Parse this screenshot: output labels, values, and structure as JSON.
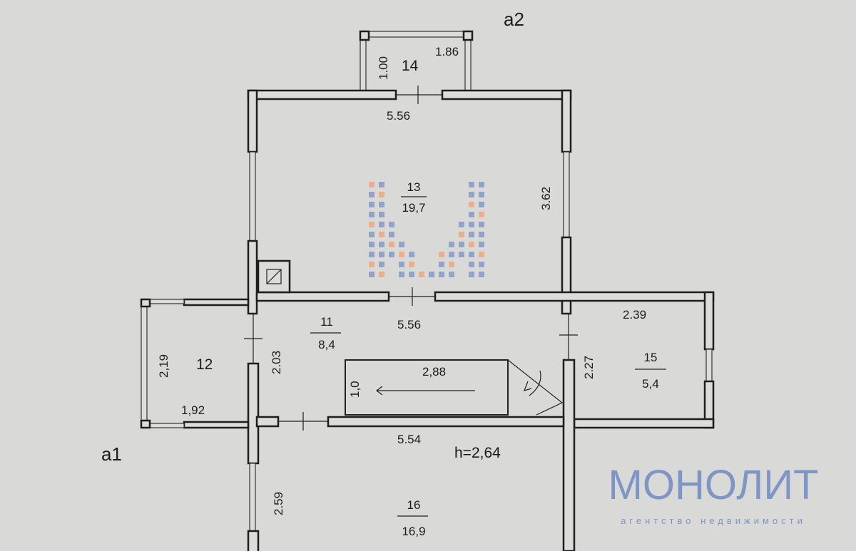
{
  "labels": {
    "a1": "a1",
    "a2": "a2",
    "height": "h=2,64"
  },
  "rooms": {
    "r11": {
      "number": "11",
      "area": "8,4"
    },
    "r12": {
      "number": "12"
    },
    "r13": {
      "number": "13",
      "area": "19,7"
    },
    "r14": {
      "number": "14"
    },
    "r15": {
      "number": "15",
      "area": "5,4"
    },
    "r16": {
      "number": "16",
      "area": "16,9"
    }
  },
  "dimensions": {
    "d14_w": "1.00",
    "d14_l": "1.86",
    "d13_top": "5.56",
    "d13_right": "3.62",
    "d11_top": "5.56",
    "d11_left": "2.03",
    "stair_len": "2,88",
    "stair_w": "1,0",
    "d12_h": "2,19",
    "d12_w": "1,92",
    "d15_top": "2.39",
    "d15_left": "2.27",
    "d16_top": "5.54",
    "d16_left": "2.59"
  },
  "watermark": {
    "title": "МОНОЛИТ",
    "subtitle": "агентство недвижимости",
    "colors": {
      "blue": "#7f95c6",
      "orange": "#f0a37a"
    }
  }
}
